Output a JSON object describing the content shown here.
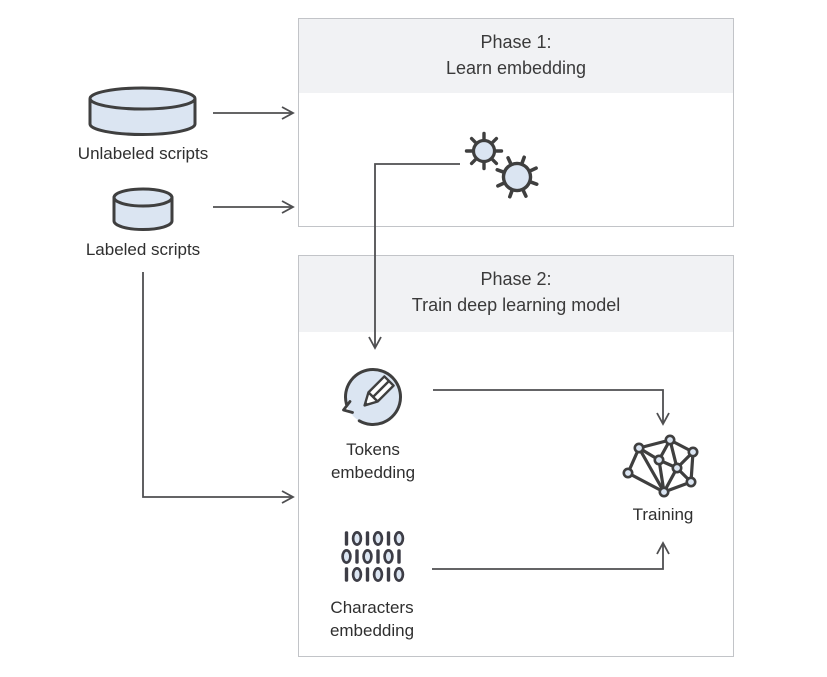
{
  "sources": {
    "unlabeled": {
      "label": "Unlabeled scripts",
      "icon": "database-icon"
    },
    "labeled": {
      "label": "Labeled scripts",
      "icon": "database-icon"
    }
  },
  "phase1": {
    "title1": "Phase 1:",
    "title2": "Learn embedding",
    "icon": "gears-icon"
  },
  "phase2": {
    "title1": "Phase 2:",
    "title2": "Train deep learning model",
    "tokens": {
      "label1": "Tokens",
      "label2": "embedding",
      "icon": "pencil-circle-icon"
    },
    "characters": {
      "label1": "Characters",
      "label2": "embedding",
      "icon": "binary-icon",
      "rows": [
        "101010",
        "010101",
        "101010"
      ]
    },
    "training": {
      "label": "Training",
      "icon": "network-icon"
    }
  },
  "palette": {
    "accent_fill": "#dbe5f2",
    "icon_stroke": "#3f3f3f",
    "binary_ink": "#3d3d46",
    "arrow": "#4f4f51",
    "box_border": "#c2c4c8",
    "header_bg": "#f1f2f4",
    "text": "#333333"
  }
}
